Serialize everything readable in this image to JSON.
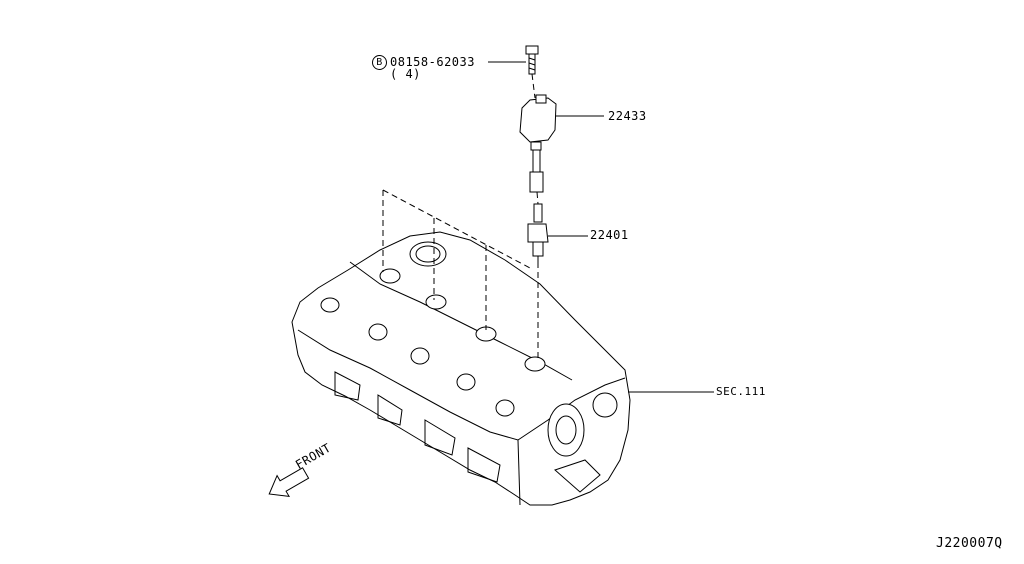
{
  "diagram_code": "J220007Q",
  "parts": {
    "bolt": {
      "prefix_symbol": "B",
      "number": "08158-62033",
      "qty": "( 4)"
    },
    "ignition_coil": {
      "number": "22433"
    },
    "spark_plug": {
      "number": "22401"
    },
    "cylinder_head": {
      "number": "SEC.111"
    }
  },
  "direction": {
    "label": "FRONT"
  }
}
